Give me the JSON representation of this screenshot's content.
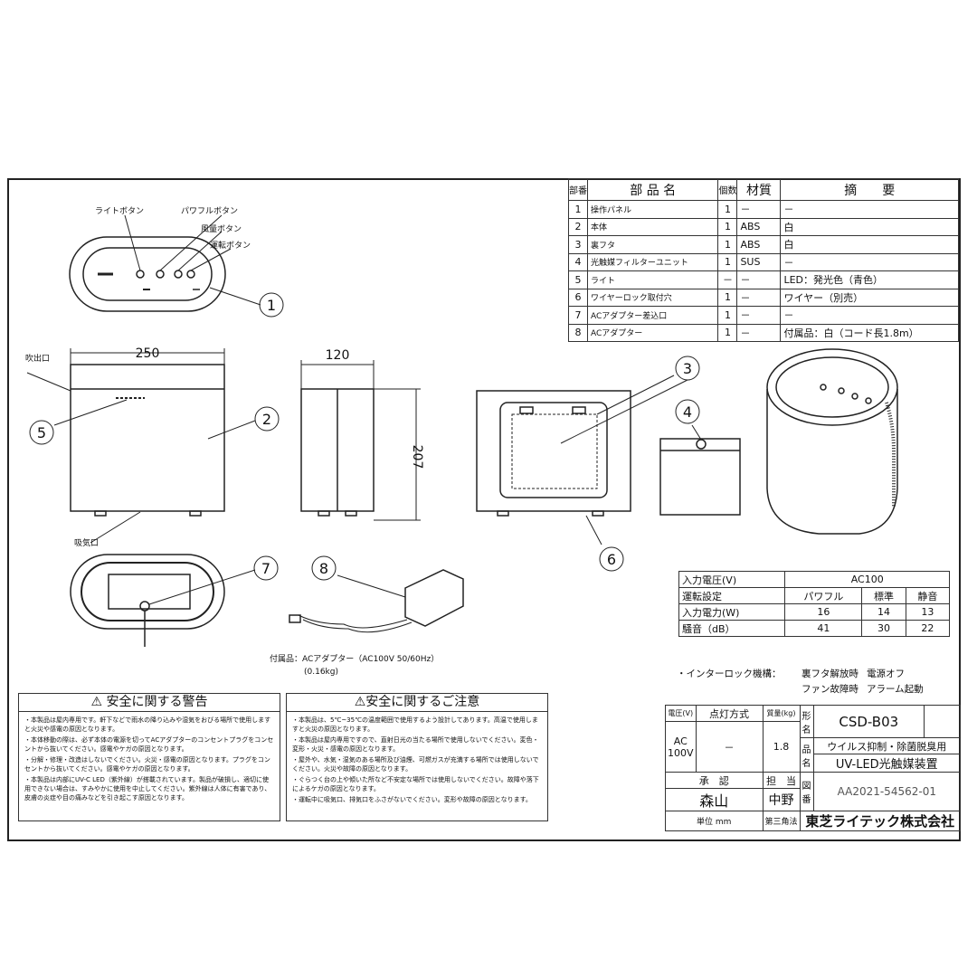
{
  "parts_table": {
    "headers": [
      "部番",
      "部 品 名",
      "個数",
      "材質",
      "摘　　要"
    ],
    "rows": [
      [
        "1",
        "操作パネル",
        "1",
        "－",
        "－"
      ],
      [
        "2",
        "本体",
        "1",
        "ABS",
        "白"
      ],
      [
        "3",
        "裏フタ",
        "1",
        "ABS",
        "白"
      ],
      [
        "4",
        "光触媒フィルターユニット",
        "1",
        "SUS",
        "－"
      ],
      [
        "5",
        "ライト",
        "－",
        "－",
        "LED：発光色（青色）"
      ],
      [
        "6",
        "ワイヤーロック取付穴",
        "1",
        "－",
        "ワイヤー（別売）"
      ],
      [
        "7",
        "ACアダプター差込口",
        "1",
        "－",
        "－"
      ],
      [
        "8",
        "ACアダプター",
        "1",
        "－",
        "付属品：白（コード長1.8m）"
      ]
    ]
  },
  "drawing": {
    "button_labels": [
      "ライトボタン",
      "パワフルボタン",
      "風量ボタン",
      "運転ボタン"
    ],
    "outlet_label": "吹出口",
    "inlet_label": "吸気口",
    "dim_width": "250",
    "dim_depth": "120",
    "dim_height": "207",
    "callouts": [
      "1",
      "2",
      "3",
      "4",
      "5",
      "6",
      "7",
      "8"
    ],
    "adapter_note": "付属品：ACアダプター（AC100V 50/60Hz）",
    "adapter_weight": "(0.16kg)"
  },
  "spec_table": {
    "voltage_label": "入力電圧(V)",
    "voltage": "AC100",
    "mode_label": "運転設定",
    "modes": [
      "パワフル",
      "標準",
      "静音"
    ],
    "power_label": "入力電力(W)",
    "power": [
      "16",
      "14",
      "13"
    ],
    "noise_label": "騒音（dB）",
    "noise": [
      "41",
      "30",
      "22"
    ]
  },
  "interlock": {
    "label": "・インターロック機構：",
    "lines": [
      [
        "裏フタ解放時",
        "電源オフ"
      ],
      [
        "ファン故障時",
        "アラーム起動"
      ]
    ]
  },
  "title_block": {
    "voltage_h": "電圧(V)",
    "lighting_h": "点灯方式",
    "weight_h": "質量(kg)",
    "voltage": "AC 100V",
    "lighting": "－",
    "weight": "1.8",
    "model_h": "形名",
    "model": "CSD-B03",
    "product_h": "品名",
    "product_line1": "ウイルス抑制・除菌脱臭用",
    "product_line2": "UV-LED光触媒装置",
    "approve_h": "承　認",
    "charge_h": "担　当",
    "approver": "森山",
    "in_charge": "中野",
    "drawing_no_h": "図番",
    "drawing_no": "AA2021-54562-01",
    "unit": "単位 mm",
    "projection": "第三角法",
    "company": "東芝ライテック株式会社"
  },
  "warning": {
    "title": "⚠ 安全に関する警告",
    "items": [
      "・本製品は屋内専用です。軒下などで雨水の降り込みや湿気をおびる場所で使用しますと火災や感電の原因となります。",
      "・本体移動の際は、必ず本体の電源を切ってACアダプターのコンセントプラグをコンセントから抜いてください。感電やケガの原因となります。",
      "・分解・修理・改造はしないでください。火災・感電の原因となります。プラグをコンセントから抜いてください。感電やケガの原因となります。",
      "・本製品は内部にUV-C LED（紫外線）が搭載されています。製品が破損し、適切に使用できない場合は、すみやかに使用を中止してください。紫外線は人体に有害であり、皮膚の炎症や目の痛みなどを引き起こす原因となります。"
    ]
  },
  "caution": {
    "title": "⚠安全に関するご注意",
    "items": [
      "・本製品は、5℃~35℃の温度範囲で使用するよう設計してあります。高温で使用しますと火災の原因となります。",
      "・本製品は屋内専用ですので、直射日光の当たる場所で使用しないでください。変色・変形・火災・感電の原因となります。",
      "・屋外や、水気・湿気のある場所及び油煙、可燃ガスが充満する場所では使用しないでください。火災や故障の原因となります。",
      "・ぐらつく台の上や傾いた所など不安定な場所では使用しないでください。故障や落下によるケガの原因となります。",
      "・運転中に吸気口、排気口をふさがないでください。変形や故障の原因となります。"
    ]
  }
}
